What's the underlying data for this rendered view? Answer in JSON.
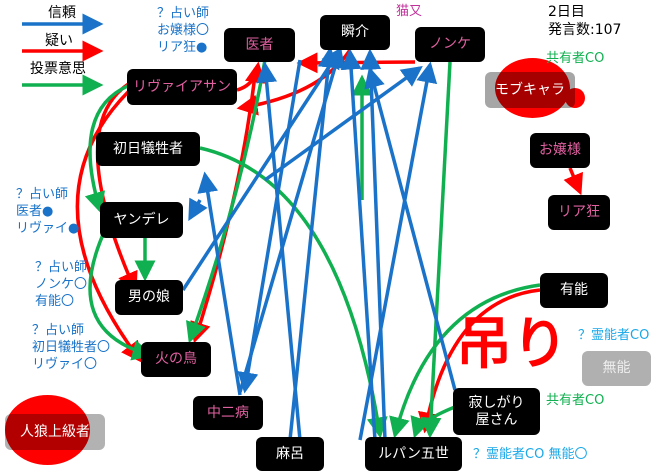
{
  "legend": {
    "trust": "信頼",
    "doubt": "疑い",
    "vote": "投票意思"
  },
  "colors": {
    "trust": "#1a73c8",
    "doubt": "#ff0000",
    "vote": "#10b050"
  },
  "status": {
    "day": "2日目",
    "posts": "発言数:107"
  },
  "nodes": {
    "isha": "医者",
    "shunsuke": "瞬介",
    "nonke": "ノンケ",
    "leviathan": "リヴァイアサン",
    "mob": "モブキャラ",
    "shonichi": "初日犠牲者",
    "ojousama": "お嬢様",
    "riakyo": "リア狂",
    "yandere": "ヤンデレ",
    "otokonoko": "男の娘",
    "yuunou": "有能",
    "hinotori": "火の鳥",
    "munou": "無能",
    "chuunibyou": "中二病",
    "sabishigari": "寂しがり屋さん",
    "jinrou": "人狼上級者",
    "maro": "麻呂",
    "lupin": "ルパン五世"
  },
  "notes": {
    "seer1": "？占い師\nお嬢様〇\nリア狂●",
    "seer2": "？占い師\n医者●\nリヴァイ●",
    "seer3": "？占い師\nノンケ〇\n有能〇",
    "seer4": "？占い師\n初日犠牲者〇\nリヴァイ〇",
    "nekomata": "猫又",
    "mason1": "共有者CO",
    "mason2": "共有者CO",
    "medium1": "？霊能者CO",
    "medium2": "？霊能者CO 無能〇",
    "hanged": "吊り"
  }
}
